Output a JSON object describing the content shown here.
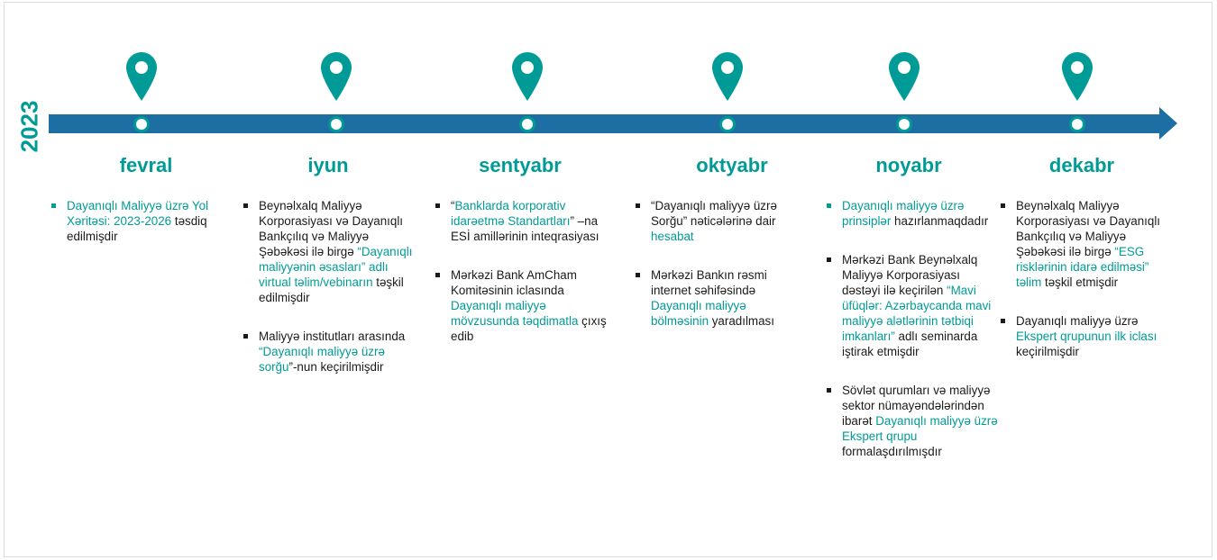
{
  "year": "2023",
  "colors": {
    "teal": "#009b96",
    "arrow": "#1d6fa3",
    "text": "#1a1a1a"
  },
  "months": [
    {
      "name": "fevral",
      "items": [
        {
          "bullet": "teal",
          "parts": [
            {
              "t": "Dayanıqlı Maliyyə üzrə Yol Xəritəsi: 2023-2026",
              "hl": true
            },
            {
              "t": " təsdiq edilmişdir",
              "hl": false
            }
          ]
        }
      ]
    },
    {
      "name": "iyun",
      "items": [
        {
          "bullet": "dark",
          "parts": [
            {
              "t": "Beynəlxalq Maliyyə Korporasiyası və Dayanıqlı Bankçılıq və Maliyyə Şəbəkəsi ilə birgə ",
              "hl": false
            },
            {
              "t": "“Dayanıqlı maliyyənin əsasları” adlı virtual təlim/vebinarın",
              "hl": true
            },
            {
              "t": " təşkil edilmişdir",
              "hl": false
            }
          ]
        },
        {
          "bullet": "dark",
          "parts": [
            {
              "t": "Maliyyə institutları arasında ",
              "hl": false
            },
            {
              "t": "“Dayanıqlı maliyyə üzrə sorğu",
              "hl": true
            },
            {
              "t": "”-nun keçirilmişdir",
              "hl": false
            }
          ]
        }
      ]
    },
    {
      "name": "sentyabr",
      "items": [
        {
          "bullet": "dark",
          "parts": [
            {
              "t": "“",
              "hl": false
            },
            {
              "t": "Banklarda korporativ idarəetmə Standartları",
              "hl": true
            },
            {
              "t": "” –na ESİ amillərinin inteqrasiyası",
              "hl": false
            }
          ]
        },
        {
          "bullet": "dark",
          "parts": [
            {
              "t": "Mərkəzi Bank AmCham Komitəsinin iclasında ",
              "hl": false
            },
            {
              "t": "Dayanıqlı maliyyə mövzusunda təqdimatla",
              "hl": true
            },
            {
              "t": " çıxış edib",
              "hl": false
            }
          ]
        }
      ]
    },
    {
      "name": "oktyabr",
      "items": [
        {
          "bullet": "dark",
          "parts": [
            {
              "t": "“Dayanıqlı maliyyə üzrə Sorğu” nəticələrinə dair ",
              "hl": false
            },
            {
              "t": "hesabat",
              "hl": true
            }
          ]
        },
        {
          "bullet": "dark",
          "parts": [
            {
              "t": "Mərkəzi Bankın rəsmi internet səhifəsində ",
              "hl": false
            },
            {
              "t": "Dayanıqlı maliyyə bölməsinin",
              "hl": true
            },
            {
              "t": " yaradılması",
              "hl": false
            }
          ]
        }
      ]
    },
    {
      "name": "noyabr",
      "items": [
        {
          "bullet": "teal",
          "parts": [
            {
              "t": "Dayanıqlı maliyyə üzrə prinsiplər",
              "hl": true
            },
            {
              "t": " hazırlanmaqdadır",
              "hl": false
            }
          ]
        },
        {
          "bullet": "dark",
          "parts": [
            {
              "t": "Mərkəzi Bank Beynəlxalq Maliyyə Korporasiyası dəstəyi ilə keçirilən ",
              "hl": false
            },
            {
              "t": "“Mavi üfüqlər: Azərbaycanda mavi maliyyə alətlərinin tətbiqi imkanları”",
              "hl": true
            },
            {
              "t": " adlı seminarda iştirak etmişdir",
              "hl": false
            }
          ]
        },
        {
          "bullet": "dark",
          "parts": [
            {
              "t": "Sövlət qurumları və maliyyə sektor nümayəndələrindən ibarət ",
              "hl": false
            },
            {
              "t": "Dayanıqlı maliyyə üzrə Ekspert qrupu",
              "hl": true
            },
            {
              "t": " formalaşdırılmışdır",
              "hl": false
            }
          ]
        }
      ]
    },
    {
      "name": "dekabr",
      "items": [
        {
          "bullet": "dark",
          "parts": [
            {
              "t": "Beynəlxalq Maliyyə Korporasiyası və Dayanıqlı Bankçılıq və Maliyyə Şəbəkəsi ilə birgə ",
              "hl": false
            },
            {
              "t": "“ESG risklərinin idarə edilməsi” təlim",
              "hl": true
            },
            {
              "t": " təşkil etmişdir",
              "hl": false
            }
          ]
        },
        {
          "bullet": "dark",
          "parts": [
            {
              "t": "Dayanıqlı maliyyə üzrə ",
              "hl": false
            },
            {
              "t": "Ekspert qrupunun ilk iclası",
              "hl": true
            },
            {
              "t": " keçirilmişdir",
              "hl": false
            }
          ]
        }
      ]
    }
  ]
}
